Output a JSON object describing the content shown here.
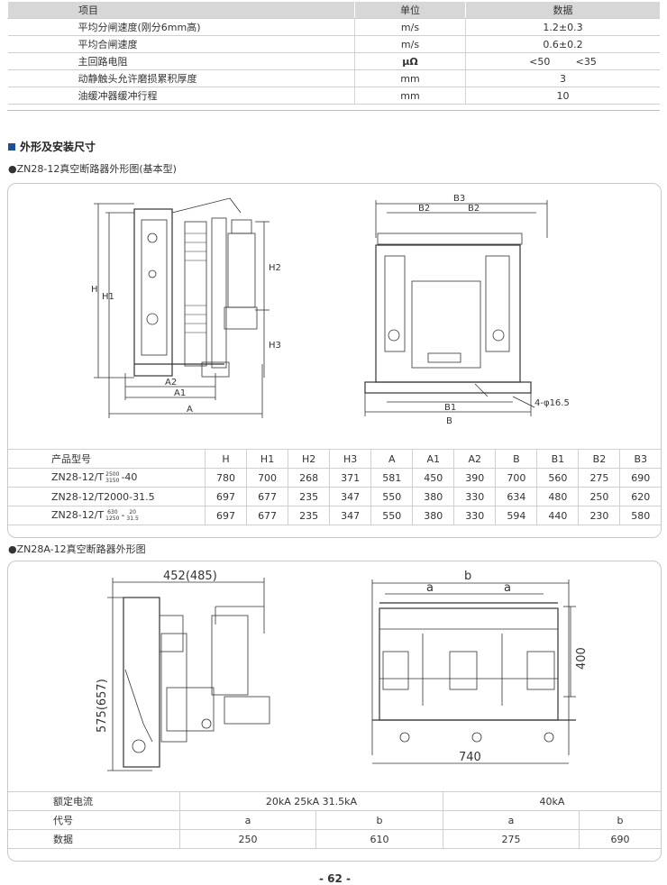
{
  "spec_table": {
    "headers": [
      "项目",
      "单位",
      "数据"
    ],
    "rows": [
      {
        "item": "平均分闸速度(刚分6mm高)",
        "unit": "m/s",
        "value": "1.2±0.3"
      },
      {
        "item": "平均合闸速度",
        "unit": "m/s",
        "value": "0.6±0.2"
      },
      {
        "item": "主回路电阻",
        "unit": "μΩ",
        "value_a": "<50",
        "value_b": "<35"
      },
      {
        "item": "动静触头允许磨损累积厚度",
        "unit": "mm",
        "value": "3"
      },
      {
        "item": "油缓冲器缓冲行程",
        "unit": "mm",
        "value": "10"
      }
    ]
  },
  "section": {
    "title": "外形及安装尺寸",
    "fig1_caption": "●ZN28-12真空断路器外形图(基本型)",
    "fig2_caption": "●ZN28A-12真空断路器外形图"
  },
  "fig1": {
    "left_labels": {
      "H": "H",
      "H1": "H1",
      "H2": "H2",
      "H3": "H3",
      "A": "A",
      "A1": "A1",
      "A2": "A2"
    },
    "right_labels": {
      "B": "B",
      "B1": "B1",
      "B2": "B2",
      "B3": "B3",
      "holes": "4-φ16.5"
    }
  },
  "dim_table": {
    "headers": [
      "产品型号",
      "H",
      "H1",
      "H2",
      "H3",
      "A",
      "A1",
      "A2",
      "B",
      "B1",
      "B2",
      "B3"
    ],
    "rows": [
      {
        "model_pre": "ZN28-12/T",
        "frac_top": "2500",
        "frac_bottom": "3150",
        "model_post": "-40",
        "values": [
          "780",
          "700",
          "268",
          "371",
          "581",
          "450",
          "390",
          "700",
          "560",
          "275",
          "690"
        ]
      },
      {
        "model": "ZN28-12/T2000-31.5",
        "values": [
          "697",
          "677",
          "235",
          "347",
          "550",
          "380",
          "330",
          "634",
          "480",
          "250",
          "620"
        ]
      },
      {
        "model_pre": "ZN28-12/T",
        "frac_top": "630",
        "frac_bottom": "1250",
        "model_mid": "-",
        "frac2_top": "20",
        "frac2_bottom": "31.5",
        "values": [
          "697",
          "677",
          "235",
          "347",
          "550",
          "380",
          "330",
          "594",
          "440",
          "230",
          "580"
        ]
      }
    ]
  },
  "fig2": {
    "width_label": "452(485)",
    "height_label": "575(657)",
    "b_label": "b",
    "a_label": "a",
    "right_height": "400",
    "right_width": "740"
  },
  "current_table": {
    "row_labels": [
      "额定电流",
      "代号",
      "数据"
    ],
    "group_left": "20kA   25kA   31.5kA",
    "group_right": "40kA",
    "codes": [
      "a",
      "b",
      "a",
      "b"
    ],
    "values": [
      "250",
      "610",
      "275",
      "690"
    ]
  },
  "page_number": "- 62 -"
}
